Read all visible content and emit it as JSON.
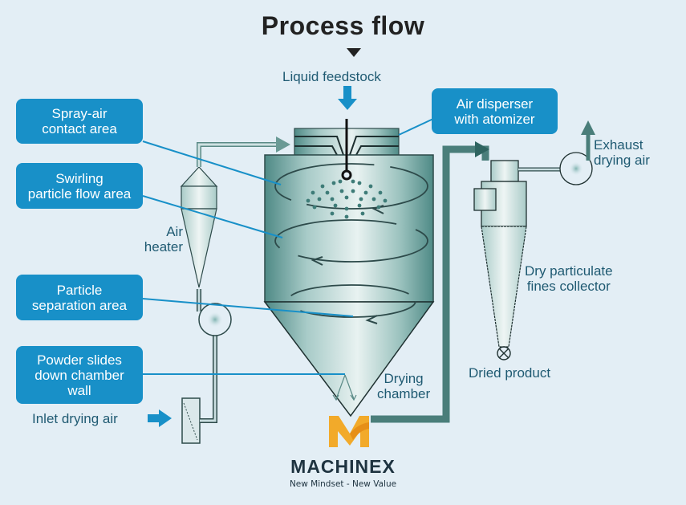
{
  "title": "Process flow",
  "feed_label": "Liquid feedstock",
  "callouts": {
    "spray_air": "Spray-air\ncontact area",
    "swirling": "Swirling\nparticle flow area",
    "separation": "Particle\nseparation area",
    "powder": "Powder slides\ndown chamber\nwall",
    "disperser": "Air disperser\nwith atomizer"
  },
  "labels": {
    "air_heater": "Air\nheater",
    "inlet_air": "Inlet drying air",
    "drying_chamber": "Drying\nchamber",
    "exhaust": "Exhaust\ndrying air",
    "fines_collector": "Dry particulate\nfines collector",
    "dried_product": "Dried product"
  },
  "logo": {
    "name": "MACHINEX",
    "tagline": "New Mindset - New Value"
  },
  "colors": {
    "background": "#e3eef5",
    "callout": "#1890c8",
    "accent_arrow": "#1890c8",
    "pipe": "#4a7e7a",
    "text": "#1f5a72",
    "logo_orange": "#f2aa2a"
  }
}
